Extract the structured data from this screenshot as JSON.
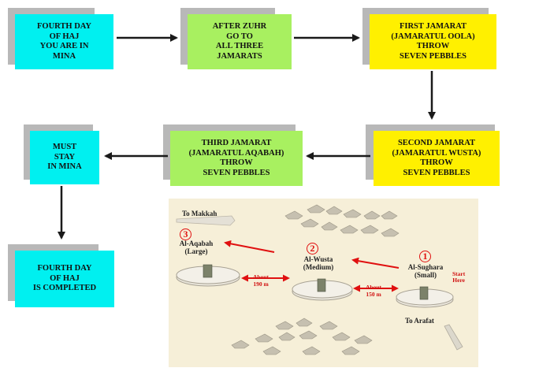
{
  "steps": {
    "fourth_day": "FOURTH DAY\nOF HAJ\nYOU ARE IN\nMINA",
    "after_zuhr": "AFTER ZUHR\nGO TO\nALL THREE\nJAMARATS",
    "first_jamarat": "FIRST JAMARAT\n(JAMARATUL OOLA)\nTHROW\nSEVEN PEBBLES",
    "second_jamarat": "SECOND JAMARAT\n(JAMARATUL WUSTA)\nTHROW\nSEVEN PEBBLES",
    "third_jamarat": "THIRD JAMARAT\n(JAMARATUL AQABAH)\nTHROW\nSEVEN PEBBLES",
    "must_stay": "MUST\nSTAY\nIN MINA",
    "completed": "FOURTH DAY\nOF HAJ\nIS COMPLETED"
  },
  "map": {
    "to_makkah": "To Makkah",
    "to_arafat": "To Arafat",
    "aqabah_num": "3",
    "aqabah_label": "Al-Aqabah\n(Large)",
    "wusta_num": "2",
    "wusta_label": "Al-Wusta\n(Medium)",
    "sughara_num": "1",
    "sughara_label": "Al-Sughara\n(Small)",
    "start_here": "Start\nHere",
    "dist_190": "About\n190 m",
    "dist_150": "About\n150 m"
  },
  "colors": {
    "cyan": "#00f0f0",
    "green": "#a8f060",
    "yellow": "#fff000",
    "shadow": "#b8b8b8",
    "map_bg": "#f6efd8",
    "accent_red": "#e01010"
  }
}
